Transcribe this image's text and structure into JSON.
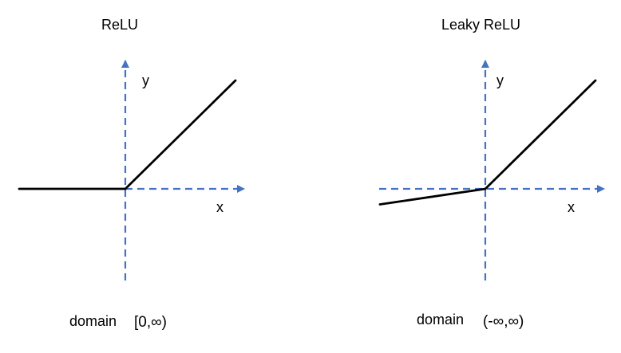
{
  "colors": {
    "axis": "#4472c4",
    "curve": "#000000",
    "text": "#000000",
    "background": "#ffffff"
  },
  "panels": [
    {
      "title": "ReLU",
      "x_label": "x",
      "y_label": "y",
      "domain_label": "domain",
      "domain_value": "[0,∞)",
      "negative_slope": 0
    },
    {
      "title": "Leaky ReLU",
      "x_label": "x",
      "y_label": "y",
      "domain_label": "domain",
      "domain_value": "(-∞,∞)",
      "negative_slope": 0.2
    }
  ]
}
